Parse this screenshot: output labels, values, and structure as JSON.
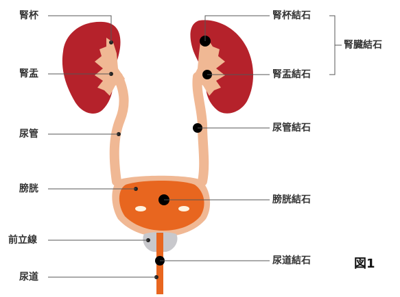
{
  "labels_left": {
    "calyx": "腎杯",
    "pelvis": "腎盂",
    "ureter": "尿管",
    "bladder": "膀胱",
    "prostate": "前立線",
    "urethra": "尿道"
  },
  "labels_right": {
    "calyx_stone": "腎杯結石",
    "pelvis_stone": "腎盂結石",
    "kidney_stone_group": "腎臓結石",
    "ureter_stone": "尿管結石",
    "bladder_stone": "膀胱結石",
    "urethra_stone": "尿道結石"
  },
  "figure_label": "図1",
  "colors": {
    "kidney": "#b5222b",
    "tract": "#f0b894",
    "bladder_fill": "#e8661f",
    "prostate": "#c8c8cc",
    "stone": "#000000",
    "leader": "#555555"
  }
}
